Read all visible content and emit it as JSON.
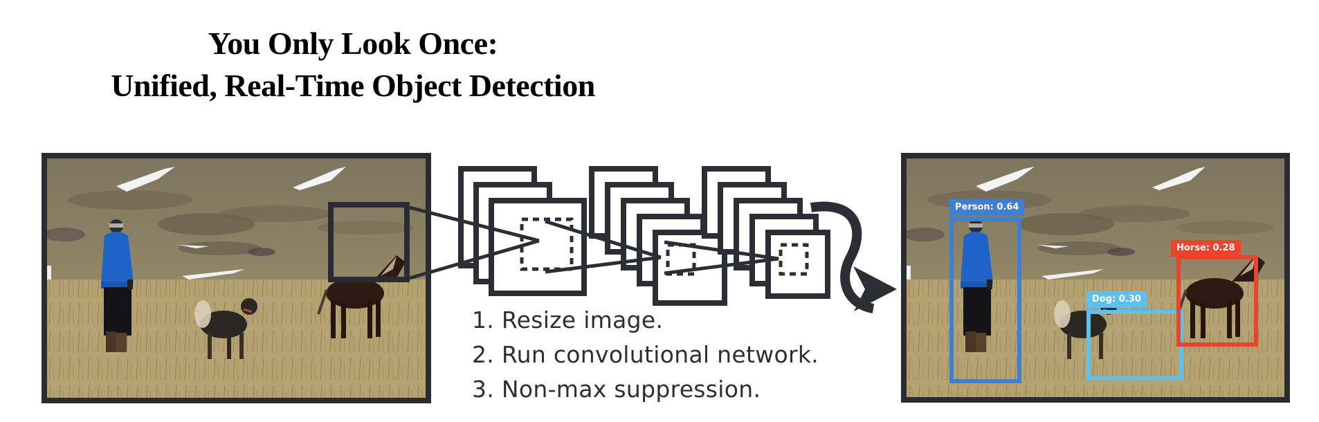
{
  "title": {
    "line1": "You Only Look Once:",
    "line2": "Unified, Real-Time Object Detection"
  },
  "pipeline": {
    "input_image": "field scene: person in blue jacket, dog, horse on grassy hillside with snow patches",
    "grid_cell_icon": "grid-cell-square",
    "stages": [
      {
        "name": "feature-map-group-1",
        "layers": 3
      },
      {
        "name": "feature-map-group-2",
        "layers": 5
      },
      {
        "name": "feature-map-group-3",
        "layers": 5
      }
    ],
    "output_arrow_icon": "curved-arrow-right",
    "steps": [
      "1. Resize image.",
      "2. Run convolutional network.",
      "3. Non-max suppression."
    ]
  },
  "detections": [
    {
      "label": "Person: 0.64",
      "class": "Person",
      "score": 0.64,
      "color": "#3f7fcf"
    },
    {
      "label": "Dog: 0.30",
      "class": "Dog",
      "score": 0.3,
      "color": "#5ec0ec"
    },
    {
      "label": "Horse: 0.28",
      "class": "Horse",
      "score": 0.28,
      "color": "#e8452c"
    }
  ],
  "colors": {
    "frame": "#2b2b33",
    "ink": "#2d2d35",
    "sky_grass": "#8a7f62",
    "field": "#b8a67a",
    "snow": "#f4f4f6",
    "jacket": "#1f63c8"
  }
}
